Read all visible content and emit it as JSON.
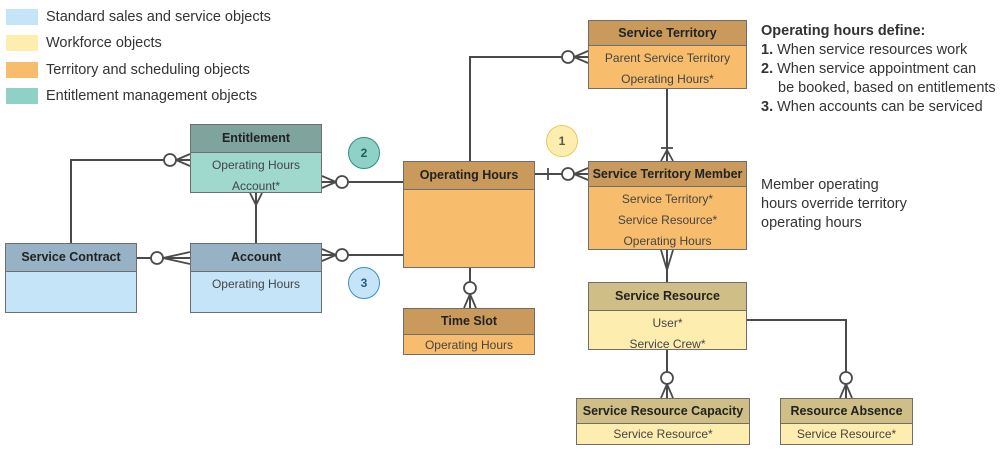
{
  "legend": [
    {
      "label": "Standard sales and service objects",
      "color": "#c5e4f7"
    },
    {
      "label": "Workforce objects",
      "color": "#fdeeb0"
    },
    {
      "label": "Territory and scheduling objects",
      "color": "#f8bd6c"
    },
    {
      "label": "Entitlement management objects",
      "color": "#8fd1c6"
    }
  ],
  "entities": {
    "entitlement": {
      "title": "Entitlement",
      "fields": [
        "Operating Hours",
        "Account*"
      ]
    },
    "account": {
      "title": "Account",
      "fields": [
        "Operating Hours"
      ]
    },
    "service_contract": {
      "title": "Service Contract",
      "fields": []
    },
    "operating_hours": {
      "title": "Operating Hours",
      "fields": []
    },
    "time_slot": {
      "title": "Time Slot",
      "fields": [
        "Operating Hours"
      ]
    },
    "service_territory": {
      "title": "Service Territory",
      "fields": [
        "Parent Service Territory",
        "Operating Hours*"
      ]
    },
    "service_territory_member": {
      "title": "Service Territory Member",
      "fields": [
        "Service Territory*",
        "Service Resource*",
        "Operating Hours"
      ]
    },
    "service_resource": {
      "title": "Service Resource",
      "fields": [
        "User*",
        "Service Crew*"
      ]
    },
    "service_resource_capacity": {
      "title": "Service Resource Capacity",
      "fields": [
        "Service Resource*"
      ]
    },
    "resource_absence": {
      "title": "Resource Absence",
      "fields": [
        "Service Resource*"
      ]
    }
  },
  "callouts": [
    "1",
    "2",
    "3"
  ],
  "notes": {
    "operating_hours_title": "Operating hours define:",
    "items": [
      {
        "num": "1.",
        "lines": [
          "When service resources work"
        ]
      },
      {
        "num": "2.",
        "lines": [
          "When service appointment can",
          "be booked, based on entitlements"
        ]
      },
      {
        "num": "3.",
        "lines": [
          "When accounts can be serviced"
        ]
      }
    ],
    "member_note": [
      "Member operating",
      "hours override territory",
      "operating hours"
    ]
  },
  "colors": {
    "standard_header": "#98b2c5",
    "standard_body": "#c5e4f7",
    "workforce_header": "#cfbe86",
    "workforce_body": "#fdeeb0",
    "territory_header": "#c99a5b",
    "territory_body": "#f8bd6c",
    "entitlement_header": "#7fa49e",
    "entitlement_body": "#9fd8cd",
    "line": "#4a4a4a"
  }
}
